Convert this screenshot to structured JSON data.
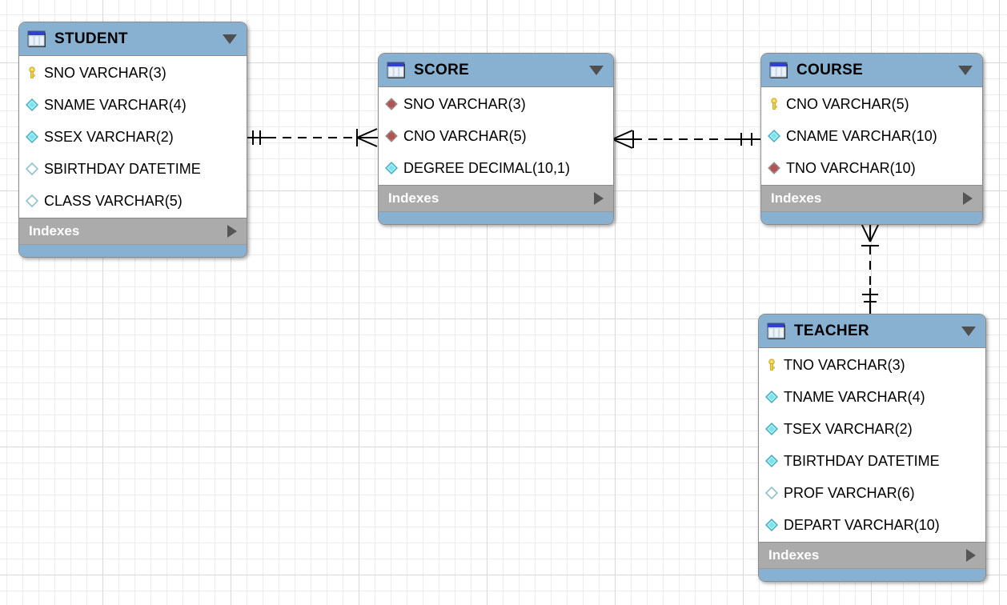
{
  "ui": {
    "indexes_label": "Indexes",
    "header_collapse_icon": "triangle-down",
    "indexes_expand_icon": "triangle-right"
  },
  "colors": {
    "table_header_blue": "#88b0d1",
    "indexes_bar_gray": "#ababab",
    "grid_minor": "#ececec",
    "grid_major": "#d9d9d9",
    "primary_key_yellow": "#f0d340",
    "column_cyan": "#7be3ee",
    "foreign_key_red": "#c96c6c",
    "relationship_line": "#000000"
  },
  "tables": [
    {
      "name": "STUDENT",
      "columns": [
        {
          "icon": "primary-key",
          "label": "SNO VARCHAR(3)"
        },
        {
          "icon": "diamond-filled",
          "label": "SNAME VARCHAR(4)"
        },
        {
          "icon": "diamond-filled",
          "label": "SSEX VARCHAR(2)"
        },
        {
          "icon": "diamond-hollow",
          "label": "SBIRTHDAY DATETIME"
        },
        {
          "icon": "diamond-hollow",
          "label": "CLASS VARCHAR(5)"
        }
      ]
    },
    {
      "name": "SCORE",
      "columns": [
        {
          "icon": "diamond-fk",
          "label": "SNO VARCHAR(3)"
        },
        {
          "icon": "diamond-fk",
          "label": "CNO VARCHAR(5)"
        },
        {
          "icon": "diamond-filled",
          "label": "DEGREE DECIMAL(10,1)"
        }
      ]
    },
    {
      "name": "COURSE",
      "columns": [
        {
          "icon": "primary-key",
          "label": "CNO VARCHAR(5)"
        },
        {
          "icon": "diamond-filled",
          "label": "CNAME VARCHAR(10)"
        },
        {
          "icon": "diamond-fk",
          "label": "TNO VARCHAR(10)"
        }
      ]
    },
    {
      "name": "TEACHER",
      "columns": [
        {
          "icon": "primary-key",
          "label": "TNO VARCHAR(3)"
        },
        {
          "icon": "diamond-filled",
          "label": "TNAME VARCHAR(4)"
        },
        {
          "icon": "diamond-filled",
          "label": "TSEX VARCHAR(2)"
        },
        {
          "icon": "diamond-filled",
          "label": "TBIRTHDAY DATETIME"
        },
        {
          "icon": "diamond-hollow",
          "label": "PROF VARCHAR(6)"
        },
        {
          "icon": "diamond-filled",
          "label": "DEPART VARCHAR(10)"
        }
      ]
    }
  ],
  "relationships": [
    {
      "from_table": "SCORE",
      "from_column": "SNO",
      "to_table": "STUDENT",
      "to_column": "SNO",
      "line_style": "dashed",
      "from_end": "many-mandatory-crowfoot",
      "to_end": "one-mandatory-double-tick"
    },
    {
      "from_table": "SCORE",
      "from_column": "CNO",
      "to_table": "COURSE",
      "to_column": "CNO",
      "line_style": "dashed",
      "from_end": "many-mandatory-crowfoot",
      "to_end": "one-mandatory-double-tick"
    },
    {
      "from_table": "COURSE",
      "from_column": "TNO",
      "to_table": "TEACHER",
      "to_column": "TNO",
      "line_style": "dashed",
      "from_end": "many-mandatory-crowfoot",
      "to_end": "one-mandatory-double-tick"
    }
  ]
}
